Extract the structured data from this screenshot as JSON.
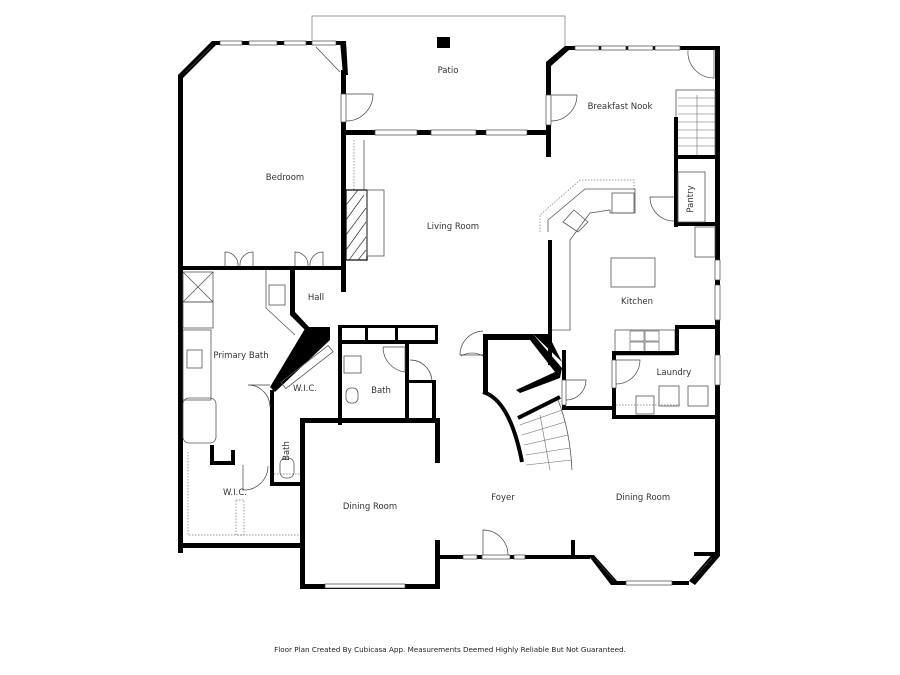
{
  "floor_plan": {
    "rooms": [
      {
        "id": "patio",
        "label": "Patio"
      },
      {
        "id": "bedroom",
        "label": "Bedroom"
      },
      {
        "id": "living-room",
        "label": "Living Room"
      },
      {
        "id": "breakfast-nook",
        "label": "Breakfast Nook"
      },
      {
        "id": "pantry",
        "label": "Pantry"
      },
      {
        "id": "kitchen",
        "label": "Kitchen"
      },
      {
        "id": "hall",
        "label": "Hall"
      },
      {
        "id": "primary-bath",
        "label": "Primary Bath"
      },
      {
        "id": "wic-1",
        "label": "W.I.C."
      },
      {
        "id": "bath-1",
        "label": "Bath"
      },
      {
        "id": "laundry",
        "label": "Laundry"
      },
      {
        "id": "bath-2",
        "label": "Bath"
      },
      {
        "id": "wic-2",
        "label": "W.I.C."
      },
      {
        "id": "dining-room-1",
        "label": "Dining Room"
      },
      {
        "id": "foyer",
        "label": "Foyer"
      },
      {
        "id": "dining-room-2",
        "label": "Dining Room"
      }
    ]
  },
  "footer": {
    "text": "Floor Plan Created By Cubicasa App. Measurements Deemed Highly Reliable But Not Guaranteed."
  }
}
